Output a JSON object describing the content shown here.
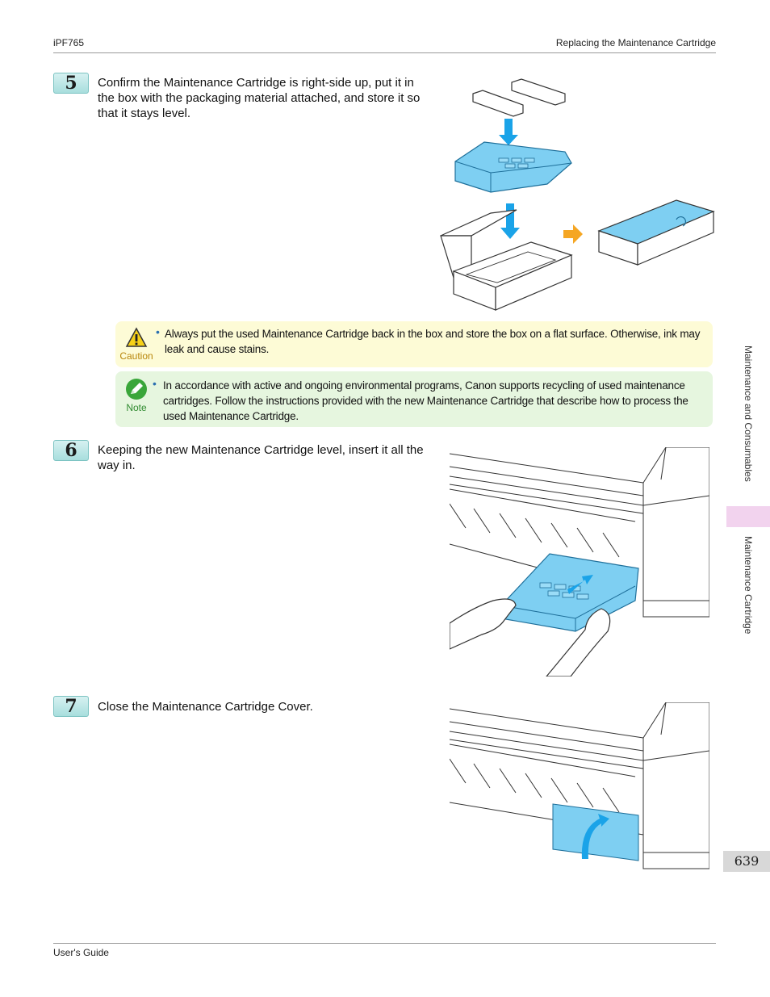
{
  "header": {
    "left": "iPF765",
    "right": "Replacing the Maintenance Cartridge"
  },
  "footer": {
    "left": "User's Guide"
  },
  "steps": [
    {
      "number": "5",
      "text": "Confirm the Maintenance Cartridge is right-side up, put it in the box with the packaging material attached, and store it so that it stays level."
    },
    {
      "number": "6",
      "text": "Keeping the new Maintenance Cartridge level, insert it all the way in."
    },
    {
      "number": "7",
      "text": "Close the Maintenance Cartridge Cover."
    }
  ],
  "caution": {
    "label": "Caution",
    "icon": "caution-warning-icon",
    "text": "Always put the used Maintenance Cartridge back in the box and store the box on a flat surface. Otherwise, ink may leak and cause stains."
  },
  "note": {
    "label": "Note",
    "icon": "note-pencil-icon",
    "text": "In accordance with active and ongoing environmental programs, Canon supports recycling of used maintenance cartridges. Follow the instructions provided with the new Maintenance Cartridge that describe how to process the used Maintenance Cartridge."
  },
  "sidebar": {
    "section": "Maintenance and Consumables",
    "subsection": "Maintenance Cartridge",
    "page_number": "639"
  },
  "colors": {
    "accent_blue": "#1aa3e8",
    "cartridge_blue": "#7ecff2",
    "arrow_orange": "#f5a623",
    "step_teal": "#a8dedd"
  }
}
